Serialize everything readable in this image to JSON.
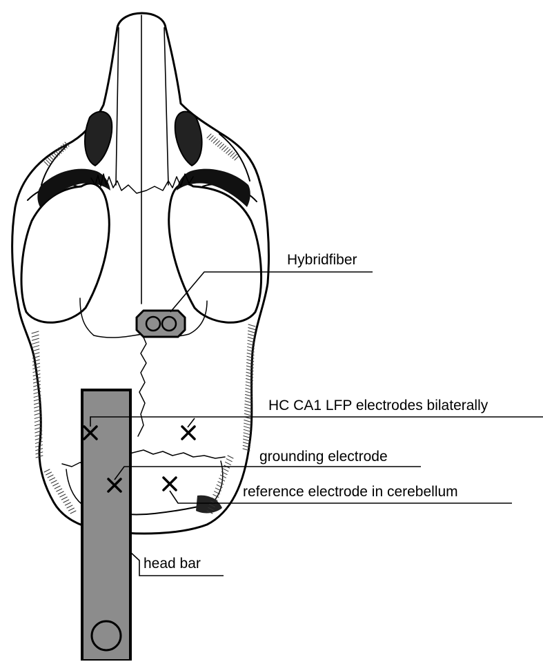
{
  "labels": {
    "hybridfiber": "Hybridfiber",
    "hc_ca1": "HC CA1 LFP electrodes bilaterally",
    "grounding": "grounding electrode",
    "reference": "reference electrode in cerebellum",
    "head_bar": "head bar"
  },
  "colors": {
    "bar_fill": "#8c8c8c",
    "implant_fill": "#8e8e8e",
    "line": "#000000",
    "background": "#ffffff"
  },
  "icons": [
    "skull-drawing",
    "hybridfiber-implant",
    "electrode-cross-marker",
    "head-bar",
    "screw-hole-circle"
  ]
}
